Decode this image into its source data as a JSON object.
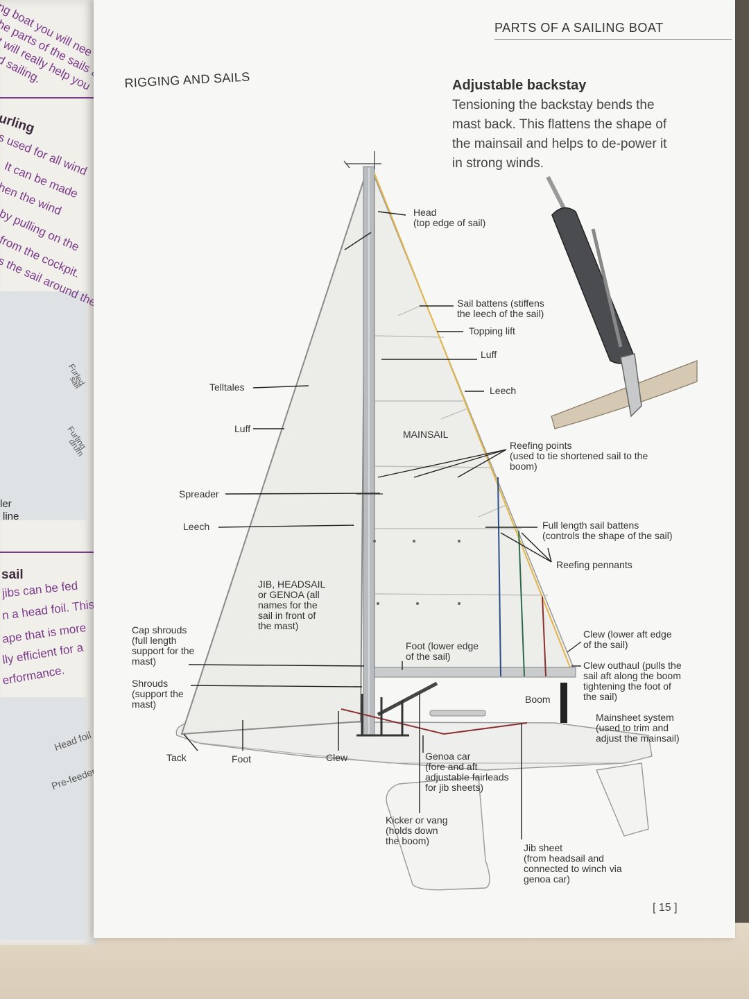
{
  "page": {
    "running_head": "PARTS OF A SAILING BOAT",
    "section_title": "RIGGING AND SAILS",
    "backstay": {
      "title": "Adjustable backstay",
      "text": "Tensioning the backstay bends the mast back. This flattens the shape of the mainsail and helps to de-power it in strong winds."
    },
    "page_number": "[ 15 ]"
  },
  "labels": {
    "head": [
      "Head",
      "(top edge of sail)"
    ],
    "sail_battens": [
      "Sail battens (stiffens",
      "the leech of the sail)"
    ],
    "topping_lift": [
      "Topping lift"
    ],
    "luff_main": [
      "Luff"
    ],
    "leech_main": [
      "Leech"
    ],
    "mainsail": [
      "MAINSAIL"
    ],
    "telltales": [
      "Telltales"
    ],
    "luff_jib": [
      "Luff"
    ],
    "reefing_points": [
      "Reefing points",
      "(used to tie shortened sail to the",
      "boom)"
    ],
    "spreader": [
      "Spreader"
    ],
    "leech_jib": [
      "Leech"
    ],
    "full_length_battens": [
      "Full length sail battens",
      "(controls the shape of the sail)"
    ],
    "reefing_pennants": [
      "Reefing pennants"
    ],
    "jib": [
      "JIB, HEADSAIL",
      "or GENOA (all",
      "names for the",
      "sail in front of",
      "the mast)"
    ],
    "cap_shrouds": [
      "Cap shrouds",
      "(full length",
      "support for the",
      "mast)"
    ],
    "foot_main": [
      "Foot (lower edge",
      "of the sail)"
    ],
    "clew_main": [
      "Clew (lower aft edge",
      "of the sail)"
    ],
    "clew_outhaul": [
      "Clew outhaul (pulls the",
      "sail aft along the boom",
      "tightening the foot of",
      "the sail)"
    ],
    "shrouds": [
      "Shrouds",
      "(support the",
      "mast)"
    ],
    "boom": [
      "Boom"
    ],
    "mainsheet": [
      "Mainsheet system",
      "(used to trim and",
      "adjust the mainsail)"
    ],
    "tack": [
      "Tack"
    ],
    "foot_jib": [
      "Foot"
    ],
    "clew_jib": [
      "Clew"
    ],
    "genoa_car": [
      "Genoa car",
      "(fore and aft",
      "adjustable fairleads",
      "for jib sheets)"
    ],
    "kicker": [
      "Kicker or vang",
      "(holds down",
      "the boom)"
    ],
    "jib_sheet": [
      "Jib sheet",
      "(from headsail and",
      "connected to winch via",
      "genoa car)"
    ]
  },
  "left_page": {
    "fragments": [
      "ng boat you will nee",
      "he parts of the sails a",
      "t will really help you",
      "d sailing.",
      "urling",
      "s used for all wind",
      ". It can be made",
      "hen the wind",
      "by pulling on the",
      "from the cockpit.",
      "s the sail around the",
      "Furled",
      "sail",
      "Furling",
      "drum",
      "ler",
      "line",
      "sail",
      "jibs can be fed",
      "n a head foil. This",
      "ape that is more",
      "lly efficient for a",
      "erformance.",
      "Head foil",
      "Pre-feeder"
    ]
  },
  "colors": {
    "accent_purple": "#7a3a8a",
    "mast": "#b9bcbf",
    "backstay": "#e2b64a",
    "reef_blue": "#2a4e8a",
    "reef_green": "#2d6a4a",
    "reef_red": "#8a2f2f"
  }
}
